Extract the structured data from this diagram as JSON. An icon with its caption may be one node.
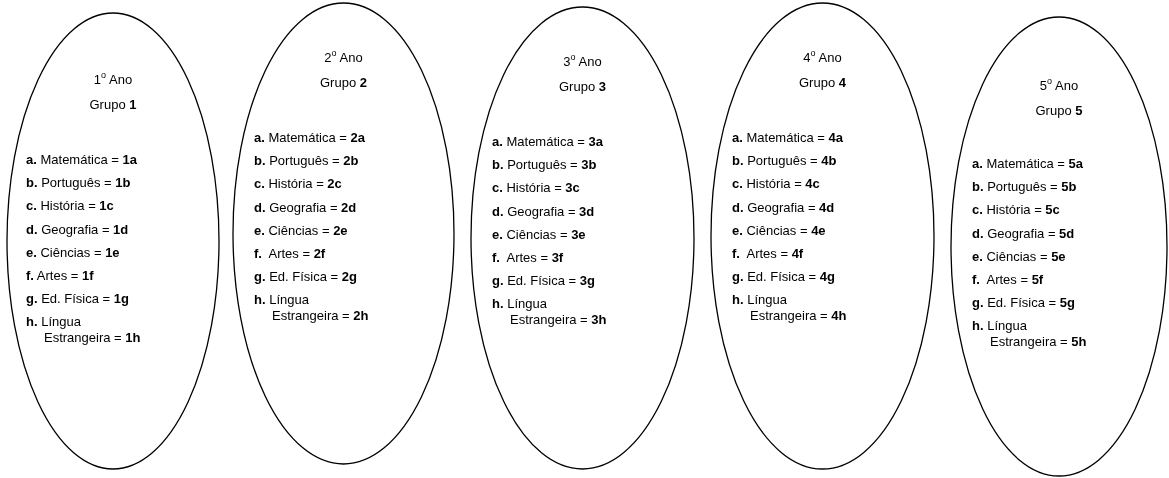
{
  "diagram": {
    "nodes": [
      {
        "text": [
          "1$^{o}$ Ano",
          "Grupo **1**",
          "**a.** Matemática = **1a**",
          "**b.** Português = **1b**",
          "**c.** História = **1c**",
          "**d.** Geografia = **1d**",
          "**e.** Ciências = **1e**",
          "**f.** Artes = **1f**",
          "**g.** Ed. Física = **1g**",
          "**h.** Língua Estrangeira = **1h**"
        ]
      },
      {
        "text": [
          "2$^{o}$ Ano",
          "Grupo **2**",
          "**a.** Matemática = **2a**",
          "**b.** Português = **2b**",
          "**c.** História = **2c**",
          "**d.** Geografia = **2d**",
          "**e.** Ciências = **2e**",
          "**f.**  Artes = **2f**",
          "**g.** Ed. Física = **2g**",
          "**h.** Língua Estrangeira = **2h**"
        ]
      },
      {
        "text": [
          "3$^{o}$ Ano",
          "Grupo **3**",
          "**a.** Matemática = **3a**",
          "**b.** Português = **3b**",
          "**c.** História = **3c**",
          "**d.** Geografia = **3d**",
          "**e.** Ciências = **3e**",
          "**f.**  Artes = **3f**",
          "**g.** Ed. Física = **3g**",
          "**h.** Língua Estrangeira = **3h**"
        ]
      },
      {
        "text": [
          "4$^{o}$ Ano",
          "Grupo **4**",
          "**a.** Matemática = **4a**",
          "**b.** Português = **4b**",
          "**c.** História = **4c**",
          "**d.** Geografia = **4d**",
          "**e.** Ciências = **4e**",
          "**f.**  Artes = **4f**",
          "**g.** Ed. Física = **4g**",
          "**h.** Língua Estrangeira = **4h**"
        ]
      },
      {
        "text": [
          "5$^{o}$ Ano",
          "Grupo **5**",
          "**a.** Matemática = **5a**",
          "**b.** Português = **5b**",
          "**c.** História = **5c**",
          "**d.** Geografia = **5d**",
          "**e.** Ciências = **5e**",
          "**f.**  Artes = **5f**",
          "**g.** Ed. Física = **5g**",
          "**h.** Língua Estrangeira = **5h**"
        ]
      }
    ]
  }
}
